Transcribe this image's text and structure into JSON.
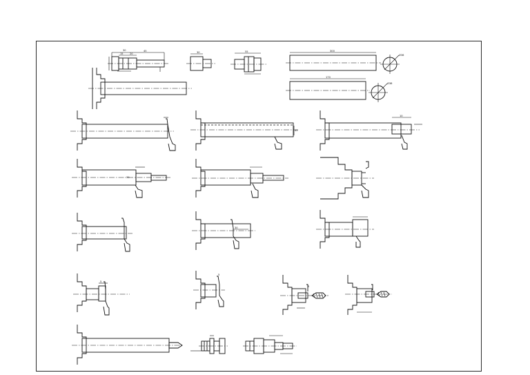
{
  "sheet": {
    "title": "",
    "line_color": "#111111",
    "background": "#ffffff"
  },
  "dimensions": {
    "d1_len": "45",
    "d1_a": "30",
    "d1_b": "15",
    "d1_c": "20",
    "d2_len": "30",
    "d3_len": "55",
    "d4_len": "300",
    "d4_dia": "Ø36",
    "d5_len": "170",
    "d5_dia": "Ø38",
    "s3_len": "45",
    "s4_len": "10",
    "s5_len": "30",
    "s9_len": "30",
    "s11_len": "5",
    "s12_len": "5",
    "s13_len": "5"
  }
}
